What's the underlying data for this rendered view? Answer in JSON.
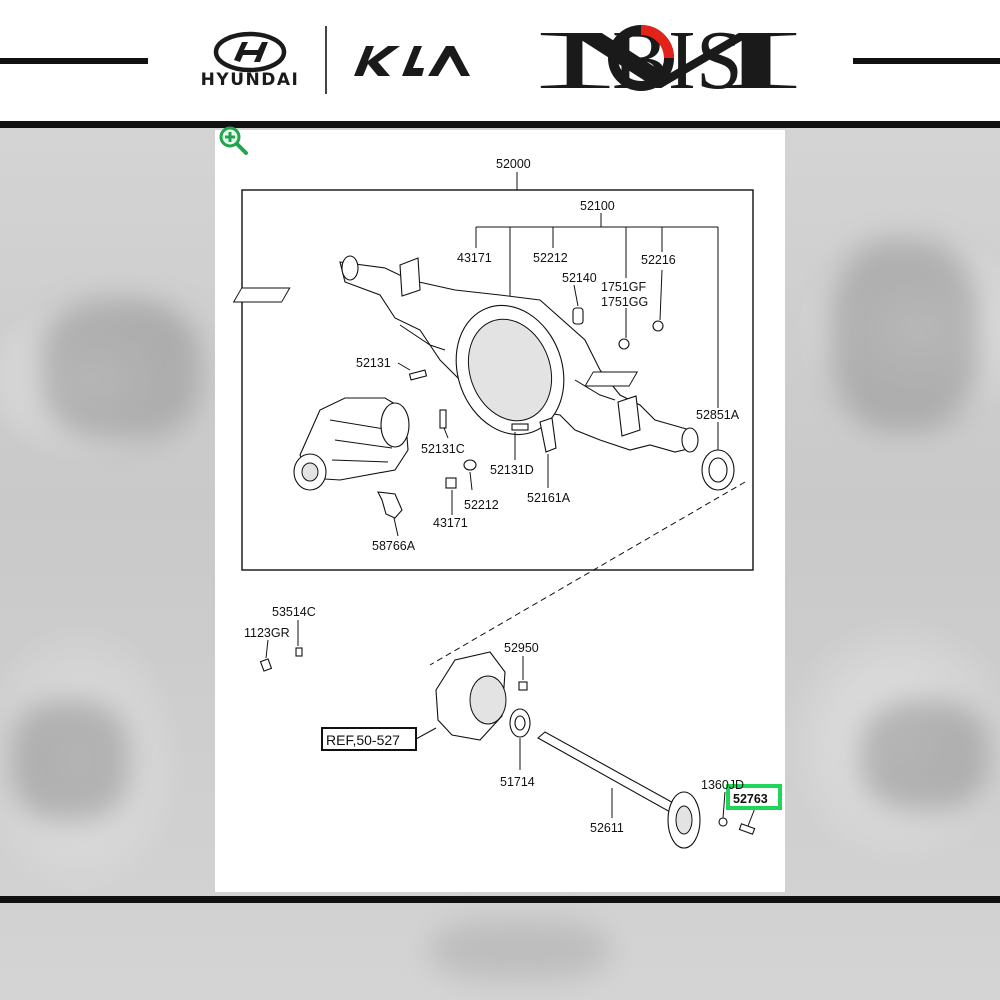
{
  "header": {
    "brands": [
      "HYUNDAI",
      "KIA",
      "MOBIS"
    ],
    "hyundai_word": "HYUNDAI",
    "kia_word": "KIA",
    "mobis_word": "MOBIS",
    "mobis_accent": "#e2231a"
  },
  "diagram": {
    "assembly_label": "52000",
    "subassembly_label": "52100",
    "callouts": {
      "c43171_top": "43171",
      "c52212_top": "52212",
      "c52216": "52216",
      "c52140": "52140",
      "c1751GF": "1751GF",
      "c1751GG": "1751GG",
      "c52131": "52131",
      "c52851A": "52851A",
      "c52131C": "52131C",
      "c52131D": "52131D",
      "c52212_bottom": "52212",
      "c52161A": "52161A",
      "c43171_bottom": "43171",
      "c58766A": "58766A",
      "c53514C": "53514C",
      "c1123GR": "1123GR",
      "c52950": "52950",
      "ref": "REF,50-527",
      "c51714": "51714",
      "c1360JD": "1360JD",
      "c52763": "52763",
      "c52611": "52611"
    },
    "highlight_color": "#1fd55a"
  }
}
